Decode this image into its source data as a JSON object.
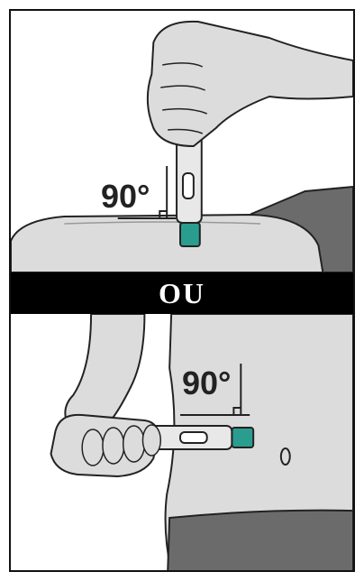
{
  "top_panel": {
    "angle_label": "90°"
  },
  "separator": {
    "label": "OU"
  },
  "bottom_panel": {
    "angle_label": "90°"
  },
  "colors": {
    "needle_cap": "#2a9d8f",
    "skin": "#dcdcdc",
    "clothing": "#6b6b6b",
    "outline": "#222222"
  },
  "icons": [
    "hand-holding-pen-icon",
    "thigh-icon",
    "abdomen-icon",
    "autoinjector-pen-icon",
    "right-angle-marker-icon",
    "navel-icon"
  ]
}
